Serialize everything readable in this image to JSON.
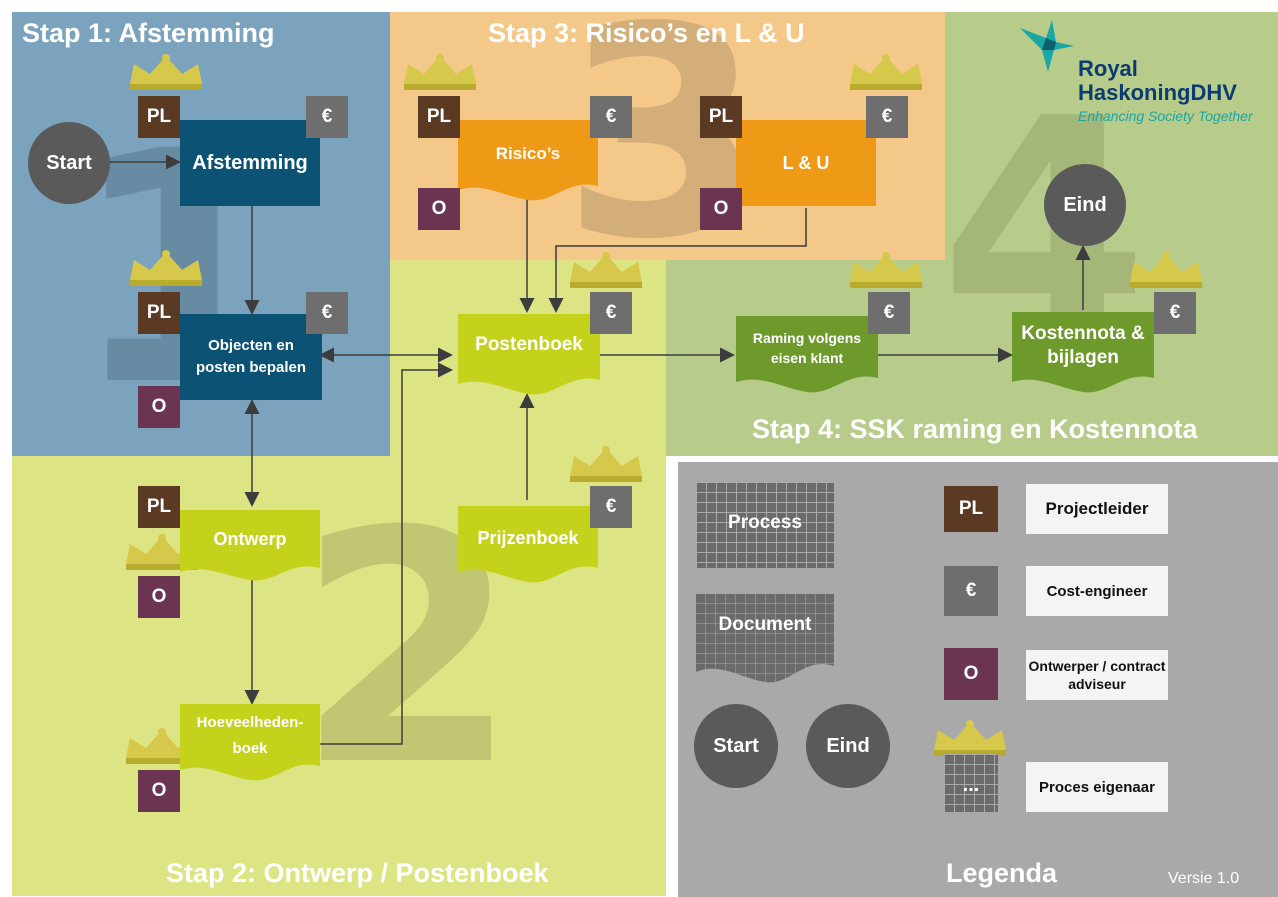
{
  "colors": {
    "stage1_bg": "#7ba3bd",
    "stage2_bg": "#dde483",
    "stage3_bg": "#f4c889",
    "stage4_bg": "#b7cc8b",
    "legend_bg": "#a9a9a9",
    "process_blue": "#0b5274",
    "process_orange": "#ee9a16",
    "doc_yellowgreen": "#c5d21c",
    "doc_green": "#6e9a2c",
    "role_pl": "#5a3a22",
    "role_cost": "#6e6e6e",
    "role_o": "#6b3450",
    "crown": "#d6c84a"
  },
  "stage1": {
    "title": "Stap 1: Afstemming",
    "number": "1"
  },
  "stage2": {
    "title": "Stap 2: Ontwerp / Postenboek",
    "number": "2"
  },
  "stage3": {
    "title": "Stap 3: Risico’s  en L & U",
    "number": "3"
  },
  "stage4": {
    "title": "Stap 4: SSK raming en Kostennota",
    "number": "4"
  },
  "logo": {
    "line1": "Royal",
    "line2": "HaskoningDHV",
    "tagline": "Enhancing Society Together"
  },
  "nodes": {
    "start": "Start",
    "eind": "Eind",
    "afstemming": "Afstemming",
    "objecten": "Objecten en posten bepalen",
    "risicos": "Risico’s",
    "lu": "L & U",
    "postenboek": "Postenboek",
    "ontwerp": "Ontwerp",
    "hoeveelheden": "Hoeveelheden-boek",
    "prijzenboek": "Prijzenboek",
    "raming": "Raming volgens eisen klant",
    "kostennota": "Kostennota & bijlagen"
  },
  "roles": {
    "pl": "PL",
    "cost": "€",
    "o": "O"
  },
  "legend": {
    "title": "Legenda",
    "version": "Versie 1.0",
    "process": "Process",
    "document": "Document",
    "start": "Start",
    "eind": "Eind",
    "owner_dots": "...",
    "pl_label": "Projectleider",
    "cost_label": "Cost-engineer",
    "o_label": "Ontwerper / contract adviseur",
    "owner_label": "Proces eigenaar"
  }
}
